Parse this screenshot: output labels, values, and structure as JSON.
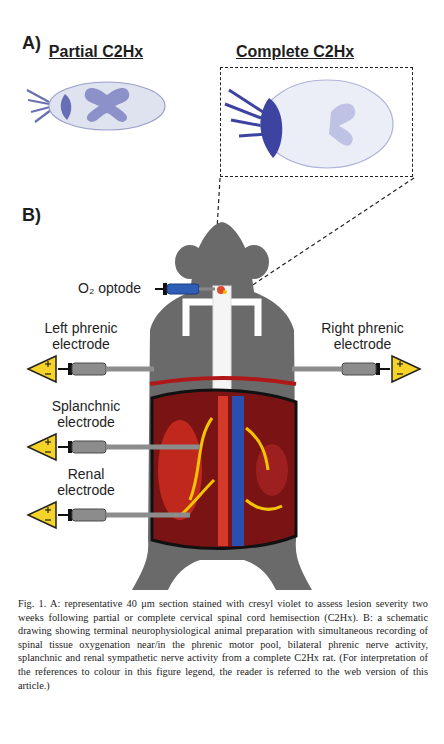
{
  "diagram": {
    "caption": "Fig. 1. A: representative 40 μm section stained with cresyl violet to assess lesion severity two weeks following partial or complete cervical spinal cord hemisection (C2Hx). B: a schematic drawing showing terminal neurophysiological animal preparation with simultaneous recording of spinal tissue oxygenation near/in the phrenic motor pool, bilateral phrenic nerve activity, splanchnic and renal sympathetic nerve activity from a complete C2Hx rat. (For interpretation of the references to colour in this figure legend, the reader is referred to the web version of this article.)",
    "nodes": [
      {
        "text": [
          "Partial C2Hx"
        ]
      },
      {
        "text": [
          "Complete C2Hx"
        ]
      },
      {
        "text": [
          "Left phrenic electrode"
        ]
      },
      {
        "text": [
          "Right phrenic electrode"
        ]
      },
      {
        "text": [
          "Splanchnic electrode"
        ]
      },
      {
        "text": [
          "Renal electrode"
        ]
      }
    ],
    "labels": [
      "A)",
      "B)",
      "O₂ optode"
    ]
  }
}
